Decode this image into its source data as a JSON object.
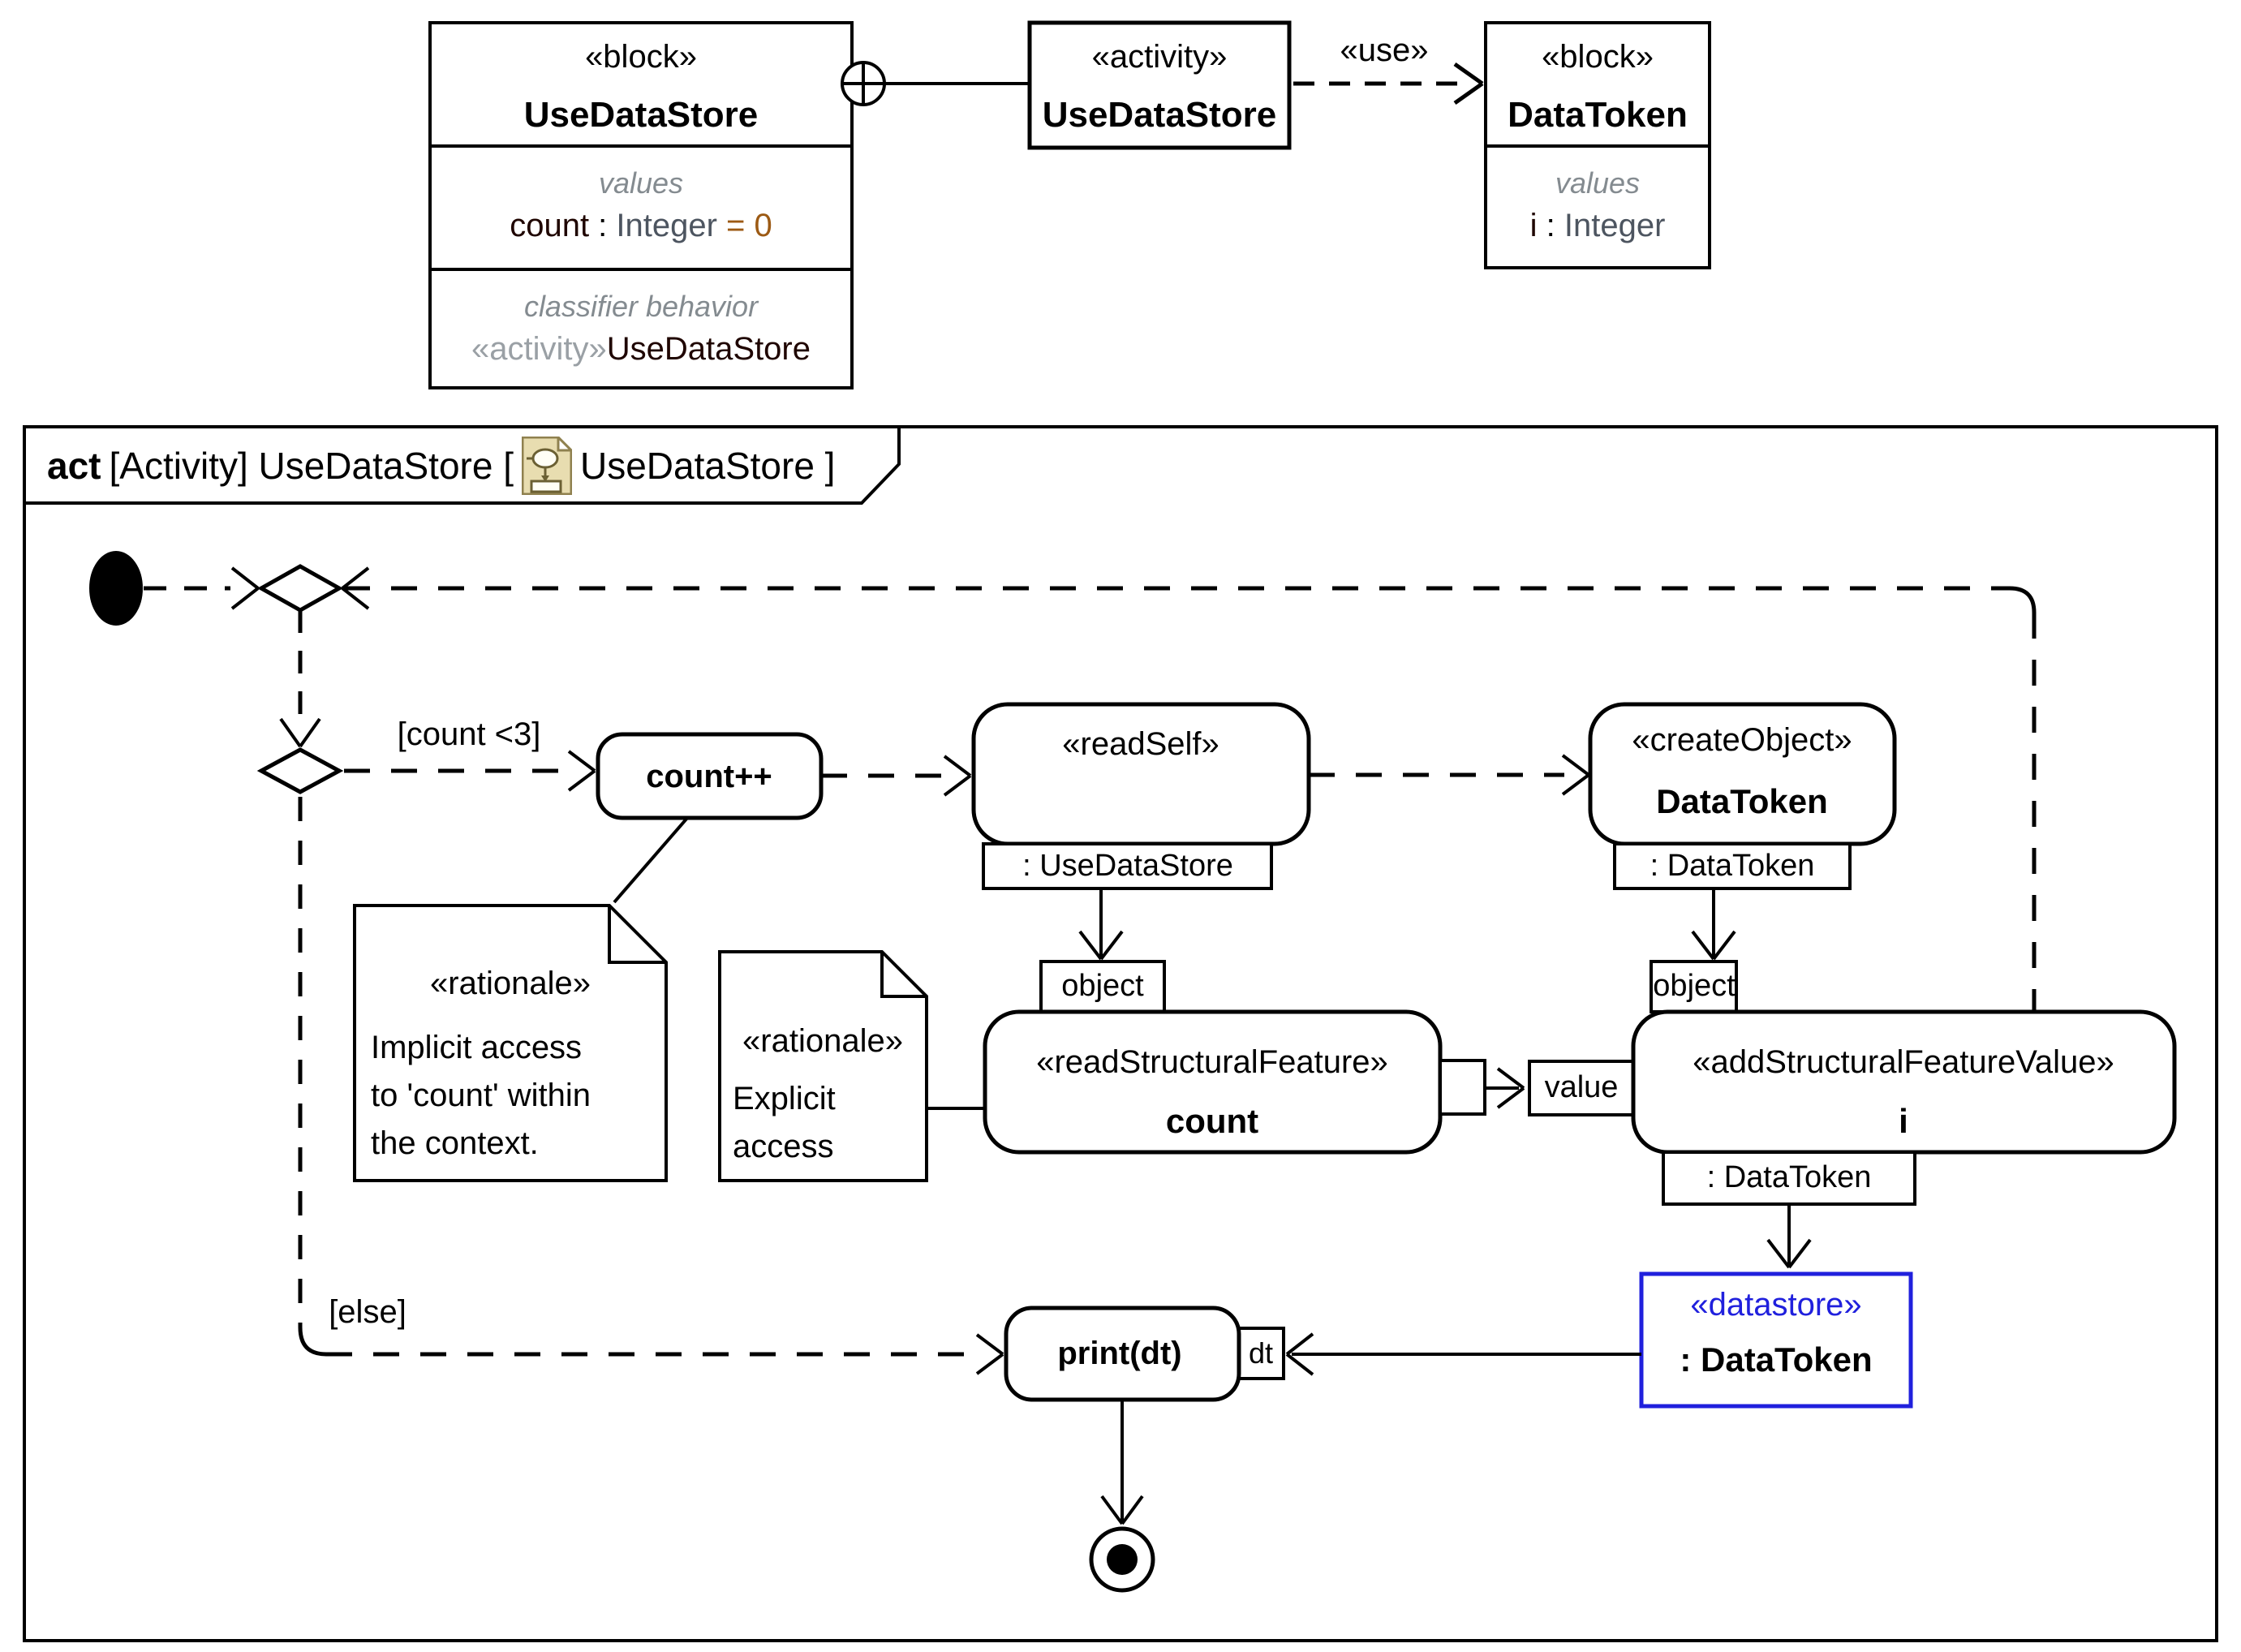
{
  "colors": {
    "line": "#000000",
    "datastore_blue": "#2020dd",
    "type_gray": "#4d5560",
    "default_value_brown": "#9c5a14",
    "muted_label_gray": "#848b90",
    "dark_name": "#1f0500",
    "icon_tan_fill": "#e8ddb0",
    "icon_tan_border": "#8f814f"
  },
  "bdd": {
    "block_usedatastore": {
      "stereotype": "«block»",
      "name": "UseDataStore",
      "values_label": "values",
      "attr": {
        "name": "count",
        "colon": " : ",
        "type": "Integer",
        "default": " = 0"
      },
      "behavior_label": "classifier behavior",
      "behavior_stereotype": "«activity»",
      "behavior_name": "UseDataStore"
    },
    "activity_block": {
      "stereotype": "«activity»",
      "name": "UseDataStore"
    },
    "use_label": "«use»",
    "block_datatoken": {
      "stereotype": "«block»",
      "name": "DataToken",
      "values_label": "values",
      "attr": {
        "name": "i",
        "colon": " : ",
        "type": "Integer"
      }
    }
  },
  "frame": {
    "kind": "act",
    "title_before_icon": "[Activity] UseDataStore [",
    "title_after_icon": "UseDataStore ]"
  },
  "activity": {
    "guard_count": "[count <3]",
    "guard_else": "[else]",
    "action_count_increment": "count++",
    "readself": {
      "stereotype": "«readSelf»",
      "pin": ": UseDataStore"
    },
    "createobject": {
      "stereotype": "«createObject»",
      "name": "DataToken",
      "pin": ": DataToken"
    },
    "pin_object_left": "object",
    "pin_object_right": "object",
    "readsf": {
      "stereotype": "«readStructuralFeature»",
      "name": "count"
    },
    "pin_value": "value",
    "addsfv": {
      "stereotype": "«addStructuralFeatureValue»",
      "name": "i",
      "pin": ": DataToken"
    },
    "datastore": {
      "stereotype": "«datastore»",
      "name": ": DataToken"
    },
    "action_print": "print(dt)",
    "pin_dt": "dt",
    "note_implicit": {
      "stereotype": "«rationale»",
      "lines": [
        "Implicit access",
        "to 'count' within",
        "the context."
      ]
    },
    "note_explicit": {
      "stereotype": "«rationale»",
      "lines": [
        "Explicit",
        "access"
      ]
    }
  }
}
